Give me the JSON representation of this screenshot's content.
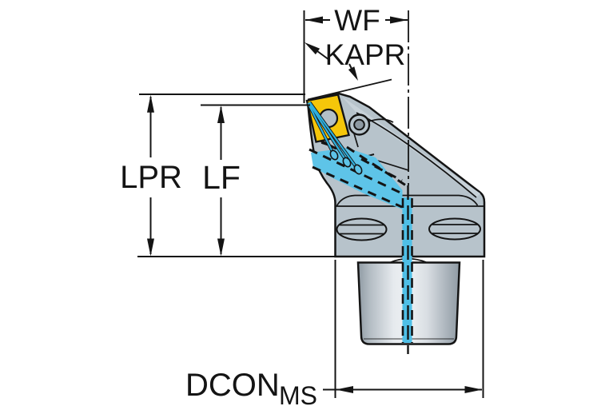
{
  "figure_labels": {
    "wf": "WF",
    "kapr": "KAPR",
    "lpr": "LPR",
    "lf": "LF",
    "dcon": "DCON",
    "dcon_subscript": "MS"
  },
  "colors": {
    "outline": "#141414",
    "body": "#b7c3cb",
    "body_top_face": "#c7d1d8",
    "insert_yellow": "#f5c60a",
    "insert_hole": "#b3bfc7",
    "screw_inner": "#8e99a2",
    "coolant_jet": "#2fb0de",
    "coolant_fill": "#5ec4e8",
    "coolant_channel": "#4fbfe6",
    "background": "#ffffff"
  }
}
